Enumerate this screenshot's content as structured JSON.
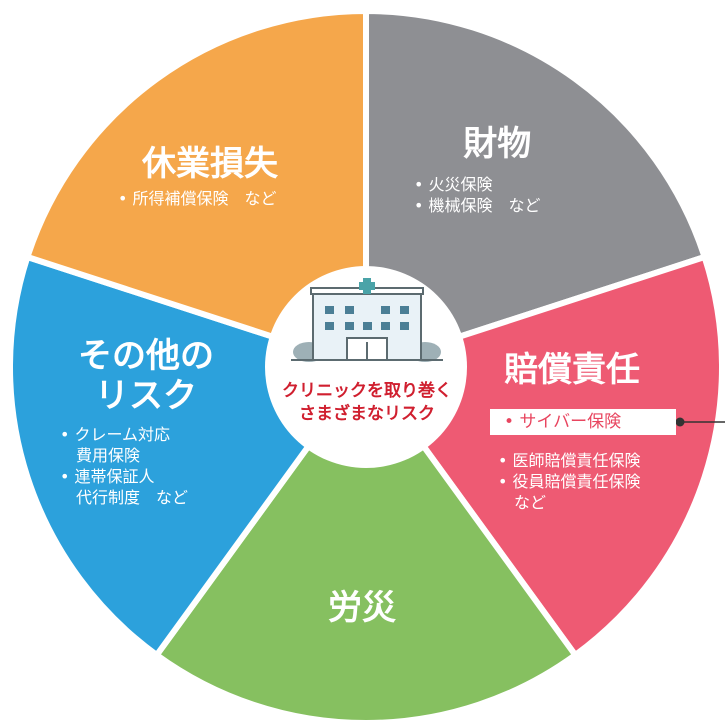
{
  "center": {
    "label_line1": "クリニックを取り巻く",
    "label_line2": "さまざまなリスク",
    "icon": "hospital-icon"
  },
  "segments": {
    "property": {
      "title": "財物",
      "items": [
        "• 火災保険",
        "• 機械保険　など"
      ],
      "color": "#8e8f93"
    },
    "liability": {
      "title": "賠償責任",
      "highlight": "• サイバー保険",
      "items": [
        "• 医師賠償責任保険",
        "• 役員賠償責任保険",
        "　など"
      ],
      "color": "#ee5a73"
    },
    "labor": {
      "title": "労災",
      "color": "#86c060"
    },
    "other": {
      "title_line1": "その他の",
      "title_line2": "リスク",
      "items": [
        "• クレーム対応",
        "　費用保険",
        "• 連帯保証人",
        "　代行制度　など"
      ],
      "color": "#2ca1dc"
    },
    "business": {
      "title": "休業損失",
      "items": [
        "• 所得補償保険　など"
      ],
      "color": "#f5a74b"
    }
  },
  "colors": {
    "center_text": "#d01f2f",
    "divider": "#ffffff",
    "pointer": "#333333"
  }
}
